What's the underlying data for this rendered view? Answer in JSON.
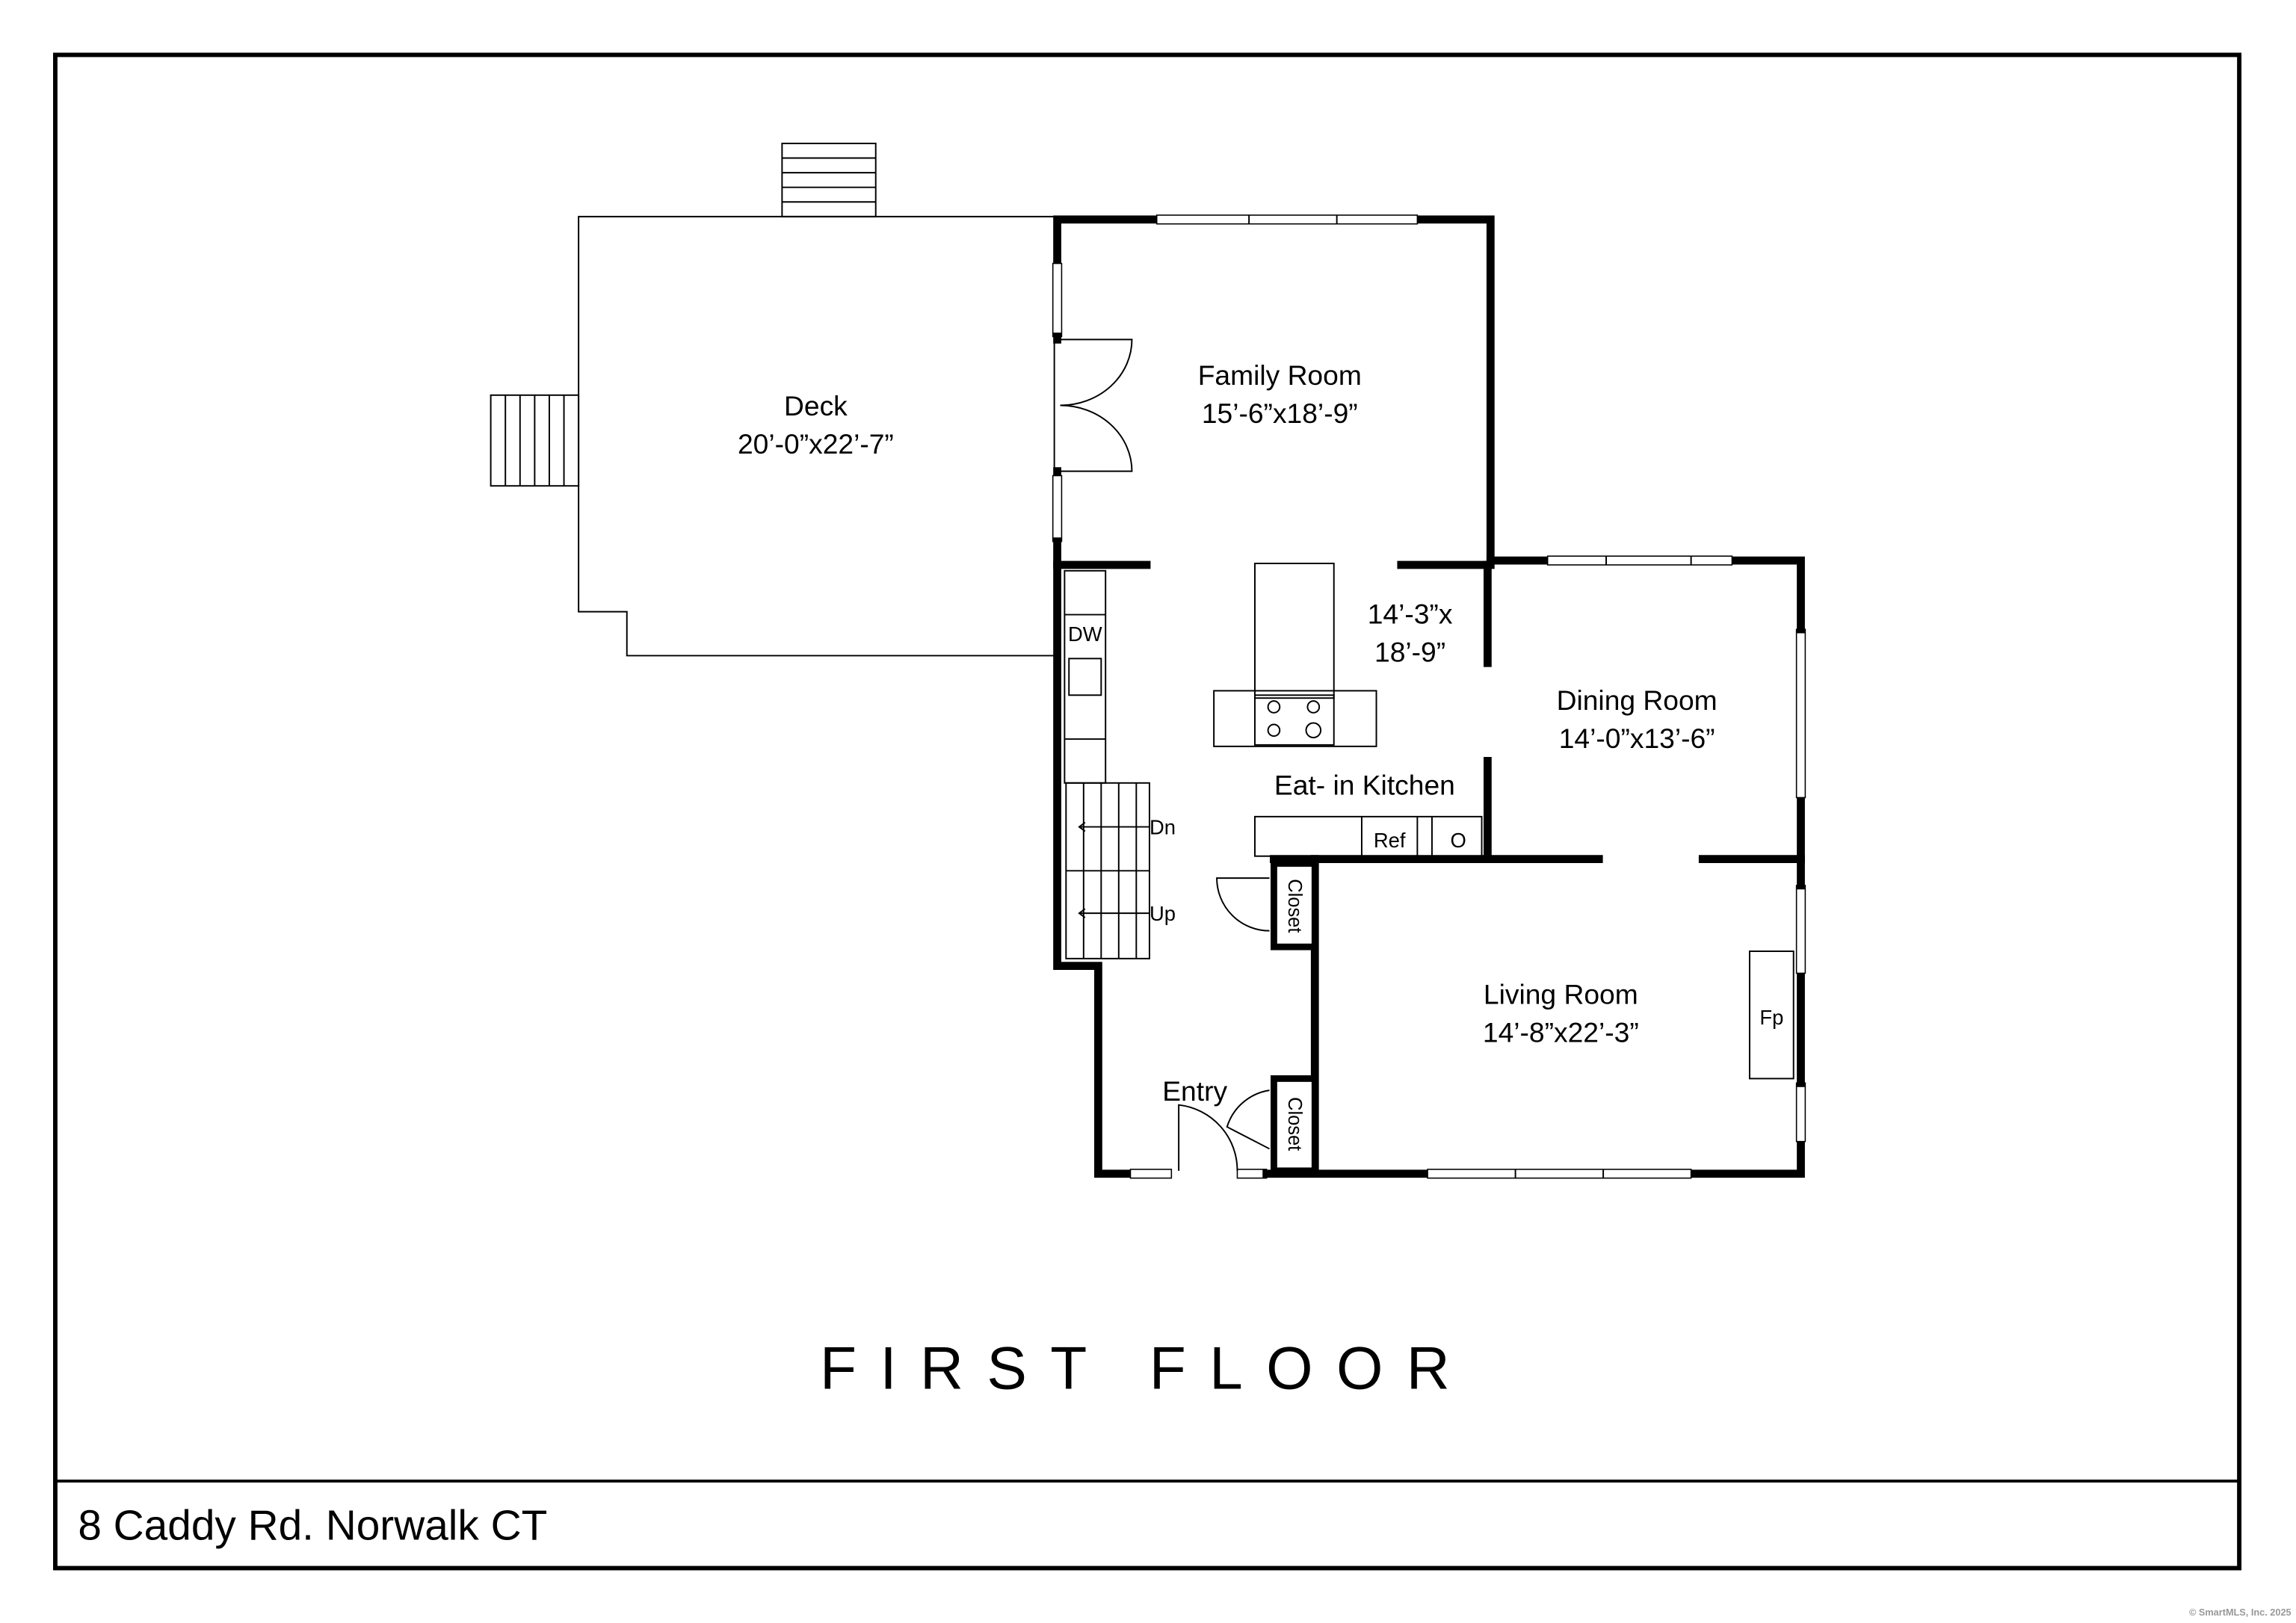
{
  "floor_title": "FIRST FLOOR",
  "address": "8 Caddy Rd. Norwalk CT",
  "copyright": "© SmartMLS, Inc.  2025",
  "rooms": {
    "deck": {
      "name": "Deck",
      "size": "20’-0”x22’-7”"
    },
    "family": {
      "name": "Family Room",
      "size": "15’-6”x18’-9”"
    },
    "kitchen": {
      "name": "Eat- in Kitchen",
      "size_line1": "14’-3”x",
      "size_line2": "18’-9”"
    },
    "dining": {
      "name": "Dining Room",
      "size": "14’-0”x13’-6”"
    },
    "living": {
      "name": "Living Room",
      "size": "14’-8”x22’-3”"
    },
    "entry": {
      "name": "Entry"
    }
  },
  "labels": {
    "dw": "DW",
    "ref": "Ref",
    "oven": "O",
    "closet": "Closet",
    "dn": "Dn",
    "up": "Up",
    "fp": "Fp"
  }
}
